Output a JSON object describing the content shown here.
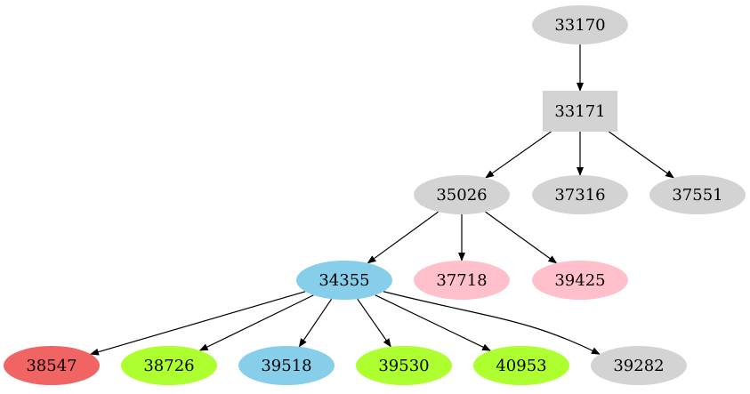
{
  "graph": {
    "nodes": [
      {
        "id": "n33170",
        "label": "33170",
        "shape": "ellipse",
        "fill": "#d3d3d3"
      },
      {
        "id": "n33171",
        "label": "33171",
        "shape": "box",
        "fill": "#d3d3d3"
      },
      {
        "id": "n35026",
        "label": "35026",
        "shape": "ellipse",
        "fill": "#d3d3d3"
      },
      {
        "id": "n37316",
        "label": "37316",
        "shape": "ellipse",
        "fill": "#d3d3d3"
      },
      {
        "id": "n37551",
        "label": "37551",
        "shape": "ellipse",
        "fill": "#d3d3d3"
      },
      {
        "id": "n34355",
        "label": "34355",
        "shape": "ellipse",
        "fill": "#87ceeb"
      },
      {
        "id": "n37718",
        "label": "37718",
        "shape": "ellipse",
        "fill": "#ffc0cb"
      },
      {
        "id": "n39425",
        "label": "39425",
        "shape": "ellipse",
        "fill": "#ffc0cb"
      },
      {
        "id": "n38547",
        "label": "38547",
        "shape": "ellipse",
        "fill": "#f06464"
      },
      {
        "id": "n38726",
        "label": "38726",
        "shape": "ellipse",
        "fill": "#adff2f"
      },
      {
        "id": "n39518",
        "label": "39518",
        "shape": "ellipse",
        "fill": "#87ceeb"
      },
      {
        "id": "n39530",
        "label": "39530",
        "shape": "ellipse",
        "fill": "#adff2f"
      },
      {
        "id": "n40953",
        "label": "40953",
        "shape": "ellipse",
        "fill": "#adff2f"
      },
      {
        "id": "n39282",
        "label": "39282",
        "shape": "ellipse",
        "fill": "#d3d3d3"
      }
    ],
    "edges": [
      {
        "from": "n33170",
        "to": "n33171"
      },
      {
        "from": "n33171",
        "to": "n35026"
      },
      {
        "from": "n33171",
        "to": "n37316"
      },
      {
        "from": "n33171",
        "to": "n37551"
      },
      {
        "from": "n35026",
        "to": "n34355"
      },
      {
        "from": "n35026",
        "to": "n37718"
      },
      {
        "from": "n35026",
        "to": "n39425"
      },
      {
        "from": "n34355",
        "to": "n38547"
      },
      {
        "from": "n34355",
        "to": "n38726"
      },
      {
        "from": "n34355",
        "to": "n39518"
      },
      {
        "from": "n34355",
        "to": "n39530"
      },
      {
        "from": "n34355",
        "to": "n40953"
      },
      {
        "from": "n34355",
        "to": "n39282"
      }
    ]
  }
}
